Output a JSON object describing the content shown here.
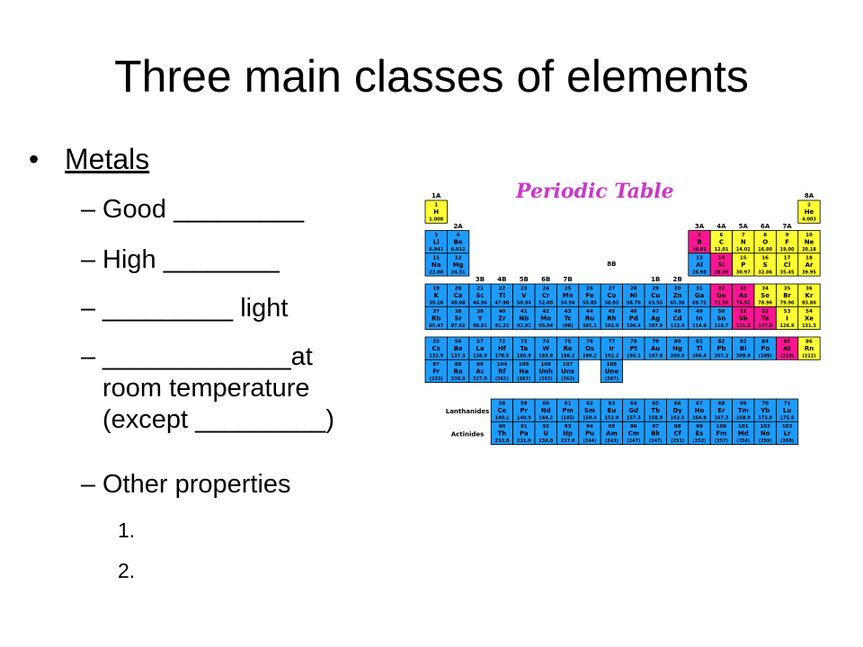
{
  "title": "Three main classes of elements",
  "bullet": "Metals",
  "subitems": {
    "good": "Good _________",
    "high": "High ________",
    "light": "_________ light",
    "at_line1": "_____________at",
    "at_line2": "room temperature",
    "at_line3": "(except _________)",
    "other": "Other properties"
  },
  "numbered": [
    "1.",
    "2."
  ],
  "periodic_table": {
    "title": "Periodic Table",
    "series_labels": [
      "Lanthanides",
      "Actinides"
    ],
    "group_labels": [
      "1A",
      "2A",
      "3B",
      "4B",
      "5B",
      "6B",
      "7B",
      "8B",
      "1B",
      "2B",
      "3A",
      "4A",
      "5A",
      "6A",
      "7A",
      "8A"
    ],
    "colors": {
      "metal": "#1e9bff",
      "metalloid": "#ff1493",
      "nonmetal": "#ffff33",
      "title": "#c838c8",
      "grid": "#000000"
    },
    "elements": [
      {
        "n": "1",
        "s": "H",
        "m": "1.008",
        "r": 1,
        "c": 1,
        "t": "nonmetal"
      },
      {
        "n": "2",
        "s": "He",
        "m": "4.003",
        "r": 1,
        "c": 18,
        "t": "nonmetal"
      },
      {
        "n": "3",
        "s": "Li",
        "m": "6.941",
        "r": 2,
        "c": 1,
        "t": "metal"
      },
      {
        "n": "4",
        "s": "Be",
        "m": "9.012",
        "r": 2,
        "c": 2,
        "t": "metal"
      },
      {
        "n": "5",
        "s": "B",
        "m": "10.81",
        "r": 2,
        "c": 13,
        "t": "metalloid"
      },
      {
        "n": "6",
        "s": "C",
        "m": "12.01",
        "r": 2,
        "c": 14,
        "t": "nonmetal"
      },
      {
        "n": "7",
        "s": "N",
        "m": "14.01",
        "r": 2,
        "c": 15,
        "t": "nonmetal"
      },
      {
        "n": "8",
        "s": "O",
        "m": "16.00",
        "r": 2,
        "c": 16,
        "t": "nonmetal"
      },
      {
        "n": "9",
        "s": "F",
        "m": "19.00",
        "r": 2,
        "c": 17,
        "t": "nonmetal"
      },
      {
        "n": "10",
        "s": "Ne",
        "m": "20.18",
        "r": 2,
        "c": 18,
        "t": "nonmetal"
      },
      {
        "n": "11",
        "s": "Na",
        "m": "23.00",
        "r": 3,
        "c": 1,
        "t": "metal"
      },
      {
        "n": "12",
        "s": "Mg",
        "m": "24.31",
        "r": 3,
        "c": 2,
        "t": "metal"
      },
      {
        "n": "13",
        "s": "Al",
        "m": "26.98",
        "r": 3,
        "c": 13,
        "t": "metal"
      },
      {
        "n": "14",
        "s": "Si",
        "m": "28.09",
        "r": 3,
        "c": 14,
        "t": "metalloid"
      },
      {
        "n": "15",
        "s": "P",
        "m": "30.97",
        "r": 3,
        "c": 15,
        "t": "nonmetal"
      },
      {
        "n": "16",
        "s": "S",
        "m": "32.06",
        "r": 3,
        "c": 16,
        "t": "nonmetal"
      },
      {
        "n": "17",
        "s": "Cl",
        "m": "35.45",
        "r": 3,
        "c": 17,
        "t": "nonmetal"
      },
      {
        "n": "18",
        "s": "Ar",
        "m": "39.95",
        "r": 3,
        "c": 18,
        "t": "nonmetal"
      },
      {
        "n": "19",
        "s": "K",
        "m": "39.10",
        "r": 4,
        "c": 1,
        "t": "metal"
      },
      {
        "n": "20",
        "s": "Ca",
        "m": "40.08",
        "r": 4,
        "c": 2,
        "t": "metal"
      },
      {
        "n": "21",
        "s": "Sc",
        "m": "44.96",
        "r": 4,
        "c": 3,
        "t": "metal"
      },
      {
        "n": "22",
        "s": "Ti",
        "m": "47.90",
        "r": 4,
        "c": 4,
        "t": "metal"
      },
      {
        "n": "23",
        "s": "V",
        "m": "50.94",
        "r": 4,
        "c": 5,
        "t": "metal"
      },
      {
        "n": "24",
        "s": "Cr",
        "m": "52.00",
        "r": 4,
        "c": 6,
        "t": "metal"
      },
      {
        "n": "25",
        "s": "Mn",
        "m": "54.94",
        "r": 4,
        "c": 7,
        "t": "metal"
      },
      {
        "n": "26",
        "s": "Fe",
        "m": "55.85",
        "r": 4,
        "c": 8,
        "t": "metal"
      },
      {
        "n": "27",
        "s": "Co",
        "m": "58.93",
        "r": 4,
        "c": 9,
        "t": "metal"
      },
      {
        "n": "28",
        "s": "Ni",
        "m": "58.70",
        "r": 4,
        "c": 10,
        "t": "metal"
      },
      {
        "n": "29",
        "s": "Cu",
        "m": "63.55",
        "r": 4,
        "c": 11,
        "t": "metal"
      },
      {
        "n": "30",
        "s": "Zn",
        "m": "65.38",
        "r": 4,
        "c": 12,
        "t": "metal"
      },
      {
        "n": "31",
        "s": "Ga",
        "m": "69.72",
        "r": 4,
        "c": 13,
        "t": "metal"
      },
      {
        "n": "32",
        "s": "Ge",
        "m": "72.59",
        "r": 4,
        "c": 14,
        "t": "metalloid"
      },
      {
        "n": "33",
        "s": "As",
        "m": "74.92",
        "r": 4,
        "c": 15,
        "t": "metalloid"
      },
      {
        "n": "34",
        "s": "Se",
        "m": "78.96",
        "r": 4,
        "c": 16,
        "t": "nonmetal"
      },
      {
        "n": "35",
        "s": "Br",
        "m": "79.90",
        "r": 4,
        "c": 17,
        "t": "nonmetal"
      },
      {
        "n": "36",
        "s": "Kr",
        "m": "83.80",
        "r": 4,
        "c": 18,
        "t": "nonmetal"
      },
      {
        "n": "37",
        "s": "Rb",
        "m": "85.47",
        "r": 5,
        "c": 1,
        "t": "metal"
      },
      {
        "n": "38",
        "s": "Sr",
        "m": "87.62",
        "r": 5,
        "c": 2,
        "t": "metal"
      },
      {
        "n": "39",
        "s": "Y",
        "m": "88.91",
        "r": 5,
        "c": 3,
        "t": "metal"
      },
      {
        "n": "40",
        "s": "Zr",
        "m": "91.22",
        "r": 5,
        "c": 4,
        "t": "metal"
      },
      {
        "n": "41",
        "s": "Nb",
        "m": "92.91",
        "r": 5,
        "c": 5,
        "t": "metal"
      },
      {
        "n": "42",
        "s": "Mo",
        "m": "95.94",
        "r": 5,
        "c": 6,
        "t": "metal"
      },
      {
        "n": "43",
        "s": "Tc",
        "m": "(98)",
        "r": 5,
        "c": 7,
        "t": "metal"
      },
      {
        "n": "44",
        "s": "Ru",
        "m": "101.1",
        "r": 5,
        "c": 8,
        "t": "metal"
      },
      {
        "n": "45",
        "s": "Rh",
        "m": "102.9",
        "r": 5,
        "c": 9,
        "t": "metal"
      },
      {
        "n": "46",
        "s": "Pd",
        "m": "106.4",
        "r": 5,
        "c": 10,
        "t": "metal"
      },
      {
        "n": "47",
        "s": "Ag",
        "m": "107.9",
        "r": 5,
        "c": 11,
        "t": "metal"
      },
      {
        "n": "48",
        "s": "Cd",
        "m": "112.4",
        "r": 5,
        "c": 12,
        "t": "metal"
      },
      {
        "n": "49",
        "s": "In",
        "m": "114.8",
        "r": 5,
        "c": 13,
        "t": "metal"
      },
      {
        "n": "50",
        "s": "Sn",
        "m": "118.7",
        "r": 5,
        "c": 14,
        "t": "metal"
      },
      {
        "n": "51",
        "s": "Sb",
        "m": "121.8",
        "r": 5,
        "c": 15,
        "t": "metalloid"
      },
      {
        "n": "52",
        "s": "Te",
        "m": "127.6",
        "r": 5,
        "c": 16,
        "t": "metalloid"
      },
      {
        "n": "53",
        "s": "I",
        "m": "126.9",
        "r": 5,
        "c": 17,
        "t": "nonmetal"
      },
      {
        "n": "54",
        "s": "Xe",
        "m": "131.3",
        "r": 5,
        "c": 18,
        "t": "nonmetal"
      },
      {
        "n": "55",
        "s": "Cs",
        "m": "132.9",
        "r": 6,
        "c": 1,
        "t": "metal"
      },
      {
        "n": "56",
        "s": "Ba",
        "m": "137.3",
        "r": 6,
        "c": 2,
        "t": "metal"
      },
      {
        "n": "57",
        "s": "La",
        "m": "138.9",
        "r": 6,
        "c": 3,
        "t": "metal"
      },
      {
        "n": "72",
        "s": "Hf",
        "m": "178.5",
        "r": 6,
        "c": 4,
        "t": "metal"
      },
      {
        "n": "73",
        "s": "Ta",
        "m": "180.9",
        "r": 6,
        "c": 5,
        "t": "metal"
      },
      {
        "n": "74",
        "s": "W",
        "m": "183.9",
        "r": 6,
        "c": 6,
        "t": "metal"
      },
      {
        "n": "75",
        "s": "Re",
        "m": "186.2",
        "r": 6,
        "c": 7,
        "t": "metal"
      },
      {
        "n": "76",
        "s": "Os",
        "m": "190.2",
        "r": 6,
        "c": 8,
        "t": "metal"
      },
      {
        "n": "77",
        "s": "Ir",
        "m": "192.2",
        "r": 6,
        "c": 9,
        "t": "metal"
      },
      {
        "n": "78",
        "s": "Pt",
        "m": "195.1",
        "r": 6,
        "c": 10,
        "t": "metal"
      },
      {
        "n": "79",
        "s": "Au",
        "m": "197.0",
        "r": 6,
        "c": 11,
        "t": "metal"
      },
      {
        "n": "80",
        "s": "Hg",
        "m": "200.6",
        "r": 6,
        "c": 12,
        "t": "metal"
      },
      {
        "n": "81",
        "s": "Tl",
        "m": "204.4",
        "r": 6,
        "c": 13,
        "t": "metal"
      },
      {
        "n": "82",
        "s": "Pb",
        "m": "207.2",
        "r": 6,
        "c": 14,
        "t": "metal"
      },
      {
        "n": "83",
        "s": "Bi",
        "m": "209.0",
        "r": 6,
        "c": 15,
        "t": "metal"
      },
      {
        "n": "84",
        "s": "Po",
        "m": "(209)",
        "r": 6,
        "c": 16,
        "t": "metal"
      },
      {
        "n": "85",
        "s": "At",
        "m": "(210)",
        "r": 6,
        "c": 17,
        "t": "metalloid"
      },
      {
        "n": "86",
        "s": "Rn",
        "m": "(222)",
        "r": 6,
        "c": 18,
        "t": "nonmetal"
      },
      {
        "n": "87",
        "s": "Fr",
        "m": "(223)",
        "r": 7,
        "c": 1,
        "t": "metal"
      },
      {
        "n": "88",
        "s": "Ra",
        "m": "226.0",
        "r": 7,
        "c": 2,
        "t": "metal"
      },
      {
        "n": "89",
        "s": "Ac",
        "m": "227.0",
        "r": 7,
        "c": 3,
        "t": "metal"
      },
      {
        "n": "104",
        "s": "Rf",
        "m": "(261)",
        "r": 7,
        "c": 4,
        "t": "metal"
      },
      {
        "n": "105",
        "s": "Ha",
        "m": "(262)",
        "r": 7,
        "c": 5,
        "t": "metal"
      },
      {
        "n": "106",
        "s": "Unh",
        "m": "(263)",
        "r": 7,
        "c": 6,
        "t": "metal"
      },
      {
        "n": "107",
        "s": "Uns",
        "m": "(262)",
        "r": 7,
        "c": 7,
        "t": "metal"
      },
      {
        "n": "109",
        "s": "Une",
        "m": "(267)",
        "r": 7,
        "c": 9,
        "t": "metal"
      },
      {
        "n": "58",
        "s": "Ce",
        "m": "140.1",
        "r": 9,
        "c": 4,
        "t": "metal"
      },
      {
        "n": "59",
        "s": "Pr",
        "m": "140.9",
        "r": 9,
        "c": 5,
        "t": "metal"
      },
      {
        "n": "60",
        "s": "Nd",
        "m": "144.2",
        "r": 9,
        "c": 6,
        "t": "metal"
      },
      {
        "n": "61",
        "s": "Pm",
        "m": "(145)",
        "r": 9,
        "c": 7,
        "t": "metal"
      },
      {
        "n": "62",
        "s": "Sm",
        "m": "150.4",
        "r": 9,
        "c": 8,
        "t": "metal"
      },
      {
        "n": "63",
        "s": "Eu",
        "m": "152.0",
        "r": 9,
        "c": 9,
        "t": "metal"
      },
      {
        "n": "64",
        "s": "Gd",
        "m": "157.3",
        "r": 9,
        "c": 10,
        "t": "metal"
      },
      {
        "n": "65",
        "s": "Tb",
        "m": "158.9",
        "r": 9,
        "c": 11,
        "t": "metal"
      },
      {
        "n": "66",
        "s": "Dy",
        "m": "162.5",
        "r": 9,
        "c": 12,
        "t": "metal"
      },
      {
        "n": "67",
        "s": "Ho",
        "m": "164.9",
        "r": 9,
        "c": 13,
        "t": "metal"
      },
      {
        "n": "68",
        "s": "Er",
        "m": "167.3",
        "r": 9,
        "c": 14,
        "t": "metal"
      },
      {
        "n": "69",
        "s": "Tm",
        "m": "168.9",
        "r": 9,
        "c": 15,
        "t": "metal"
      },
      {
        "n": "70",
        "s": "Yb",
        "m": "173.0",
        "r": 9,
        "c": 16,
        "t": "metal"
      },
      {
        "n": "71",
        "s": "Lu",
        "m": "175.0",
        "r": 9,
        "c": 17,
        "t": "metal"
      },
      {
        "n": "90",
        "s": "Th",
        "m": "232.0",
        "r": 10,
        "c": 4,
        "t": "metal"
      },
      {
        "n": "91",
        "s": "Pa",
        "m": "231.0",
        "r": 10,
        "c": 5,
        "t": "metal"
      },
      {
        "n": "92",
        "s": "U",
        "m": "238.0",
        "r": 10,
        "c": 6,
        "t": "metal"
      },
      {
        "n": "93",
        "s": "Np",
        "m": "237.0",
        "r": 10,
        "c": 7,
        "t": "metal"
      },
      {
        "n": "94",
        "s": "Pu",
        "m": "(244)",
        "r": 10,
        "c": 8,
        "t": "metal"
      },
      {
        "n": "95",
        "s": "Am",
        "m": "(243)",
        "r": 10,
        "c": 9,
        "t": "metal"
      },
      {
        "n": "96",
        "s": "Cm",
        "m": "(247)",
        "r": 10,
        "c": 10,
        "t": "metal"
      },
      {
        "n": "97",
        "s": "Bk",
        "m": "(247)",
        "r": 10,
        "c": 11,
        "t": "metal"
      },
      {
        "n": "98",
        "s": "Cf",
        "m": "(251)",
        "r": 10,
        "c": 12,
        "t": "metal"
      },
      {
        "n": "99",
        "s": "Es",
        "m": "(252)",
        "r": 10,
        "c": 13,
        "t": "metal"
      },
      {
        "n": "100",
        "s": "Fm",
        "m": "(257)",
        "r": 10,
        "c": 14,
        "t": "metal"
      },
      {
        "n": "101",
        "s": "Md",
        "m": "(258)",
        "r": 10,
        "c": 15,
        "t": "metal"
      },
      {
        "n": "102",
        "s": "No",
        "m": "(259)",
        "r": 10,
        "c": 16,
        "t": "metal"
      },
      {
        "n": "103",
        "s": "Lr",
        "m": "(260)",
        "r": 10,
        "c": 17,
        "t": "metal"
      }
    ]
  }
}
